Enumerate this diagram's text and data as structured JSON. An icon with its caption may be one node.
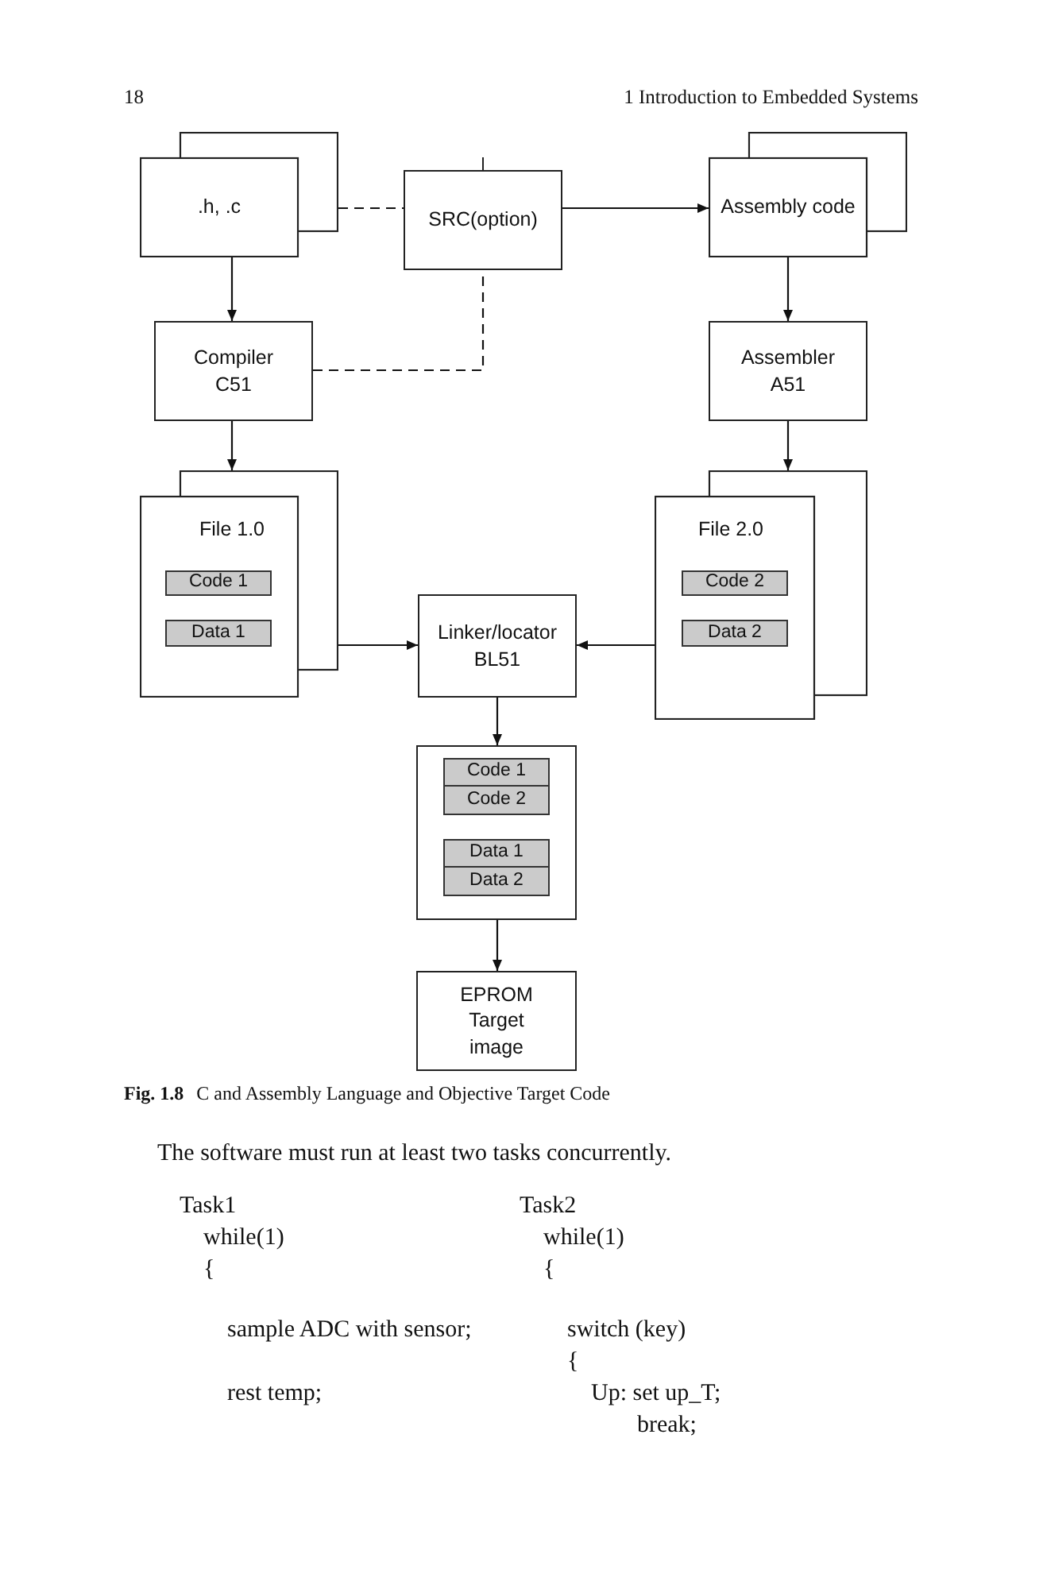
{
  "diagram": {
    "caption": "**Fig. 1.8** C and Assembly Language and Objective Target Code",
    "nodes": [
      {
        "text": [
          ".h, .c"
        ]
      },
      {
        "text": [
          "SRC(option)"
        ]
      },
      {
        "text": [
          "Assembly code"
        ]
      },
      {
        "text": [
          "Compiler C51"
        ]
      },
      {
        "text": [
          "Assembler A51"
        ]
      },
      {
        "text": [
          "File 1.0"
        ]
      },
      {
        "text": [
          "Code 1"
        ],
        "in": 5
      },
      {
        "text": [
          "Data 1"
        ],
        "in": 5
      },
      {
        "text": [
          "Linker/locator BL51"
        ]
      },
      {
        "text": [
          "File 2.0"
        ]
      },
      {
        "text": [
          "Code 2"
        ],
        "in": 9
      },
      {
        "text": [
          "Data 2"
        ],
        "in": 9
      },
      {
        "text": [],
        "shape": "box"
      },
      {
        "text": [
          "Code 1"
        ],
        "in": 12
      },
      {
        "text": [
          "Code 2"
        ],
        "in": 12
      },
      {
        "text": [
          "Data 1"
        ],
        "in": 12
      },
      {
        "text": [
          "Data 2"
        ],
        "in": 12
      },
      {
        "text": [
          "EPROM Target image"
        ]
      }
    ],
    "edges": [
      {
        "from": 0,
        "to": 1,
        "arrow": "none",
        "style": "dashed"
      },
      {
        "from": 3,
        "to": 1,
        "arrow": "none",
        "style": "dashed"
      },
      {
        "from": 1,
        "to": 2,
        "arrow": "to"
      },
      {
        "from": 0,
        "to": 3,
        "arrow": "to"
      },
      {
        "from": 3,
        "to": 5,
        "arrow": "to"
      },
      {
        "from": 2,
        "to": 4,
        "arrow": "to"
      },
      {
        "from": 4,
        "to": 9,
        "arrow": "to"
      },
      {
        "from": 5,
        "to": 8,
        "arrow": "to"
      },
      {
        "from": 9,
        "to": 8,
        "arrow": "to"
      },
      {
        "from": 8,
        "to": 12,
        "arrow": "to"
      },
      {
        "from": 12,
        "to": 17,
        "arrow": "to"
      }
    ],
    "labels": [
      "18",
      "1 Introduction to Embedded Systems",
      "The software must run at least two tasks concurrently.",
      "Task1",
      "Task2",
      "while(1)",
      "while(1)",
      "{",
      "{",
      "sample ADC with sensor;",
      "switch (key)",
      "{",
      "rest temp;",
      "Up: set up_T;",
      "break;"
    ]
  }
}
